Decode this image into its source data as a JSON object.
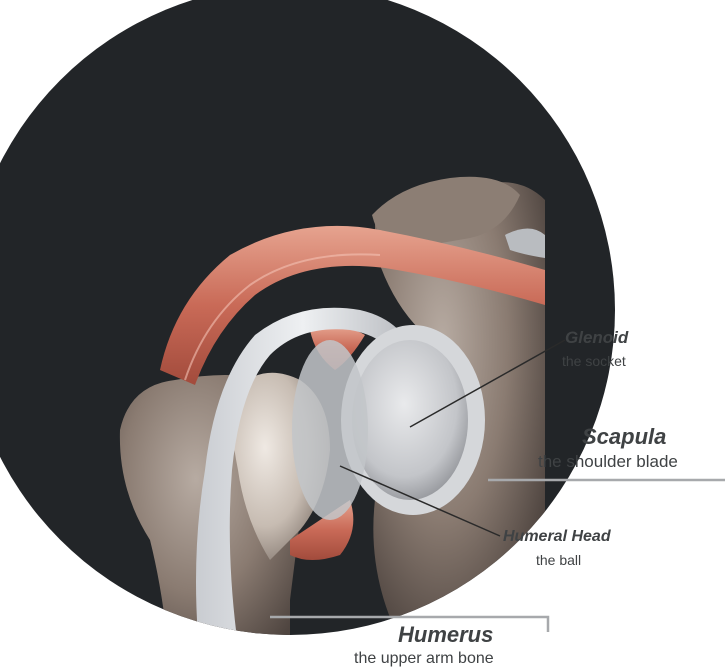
{
  "labels": {
    "glenoid": {
      "title": "Glenoid",
      "subtitle": "the socket"
    },
    "scapula": {
      "title": "Scapula",
      "subtitle": "the shoulder blade"
    },
    "humeral_head": {
      "title": "Humeral Head",
      "subtitle": "the ball"
    },
    "humerus": {
      "title": "Humerus",
      "subtitle": "the upper arm bone"
    }
  },
  "colors": {
    "background_circle": "#222528",
    "bone": "#7d6f66",
    "bone_dark": "#4b423d",
    "muscle": "#d27a68",
    "cartilage": "#dcdfe3",
    "leader_line_dark": "#2a2a2a",
    "leader_line_gray": "#a7a9ac",
    "label_text": "#3f4244"
  }
}
